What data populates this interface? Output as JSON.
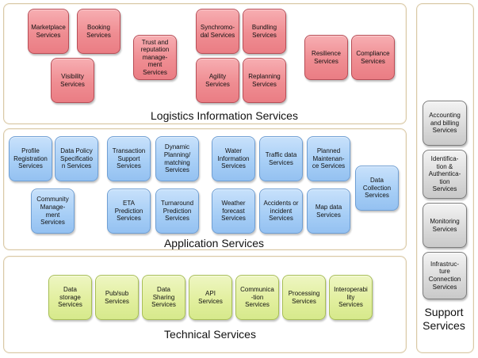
{
  "logistics": {
    "title": "Logistics Information Services",
    "items": [
      "Marketplace\nServices",
      "Booking\nServices",
      "Visibility\nServices",
      "Trust and\nreputation\nmanage-\nment\nServices",
      "Synchromo-\ndal Services",
      "Bundling\nServices",
      "Agility\nServices",
      "Replanning\nServices",
      "Resilience\nServices",
      "Compliance\nServices"
    ]
  },
  "application": {
    "title": "Application Services",
    "items": [
      "Profile\nRegistration\nServices",
      "Data Policy\nSpecificatio\nn Services",
      "Community\nManage-\nment\nServices",
      "Transaction\nSupport\nServices",
      "Dynamic\nPlanning/\nmatching\nServices",
      "ETA\nPrediction\nServices",
      "Turnaround\nPrediction\nServices",
      "Water\nInformation\nServices",
      "Traffic data\nServices",
      "Planned\nMaintenan-\nce Services",
      "Weather\nforecast\nServices",
      "Accidents or\nincident\nServices",
      "Map data\nServices",
      "Data\nCollection\nServices"
    ]
  },
  "technical": {
    "title": "Technical Services",
    "items": [
      "Data\nstorage\nServices",
      "Pub/sub\nServices",
      "Data\nSharing\nServices",
      "API\nServices",
      "Communica\n-tion\nServices",
      "Processing\nServices",
      "Interoperabi\nlity\nServices"
    ]
  },
  "support": {
    "title": "Support\nServices",
    "items": [
      "Accounting\nand billing\nServices",
      "Identifica-\ntion &\nAuthentica-\ntion\nServices",
      "Monitoring\nServices",
      "Infrastruc-\nture\nConnection\nServices"
    ]
  },
  "colors": {
    "logistics_box": "#ef8d92",
    "application_box": "#a8cff6",
    "technical_box": "#e2ef9f",
    "support_box": "#d9d9d9",
    "panel_border": "#d9c9a6"
  }
}
